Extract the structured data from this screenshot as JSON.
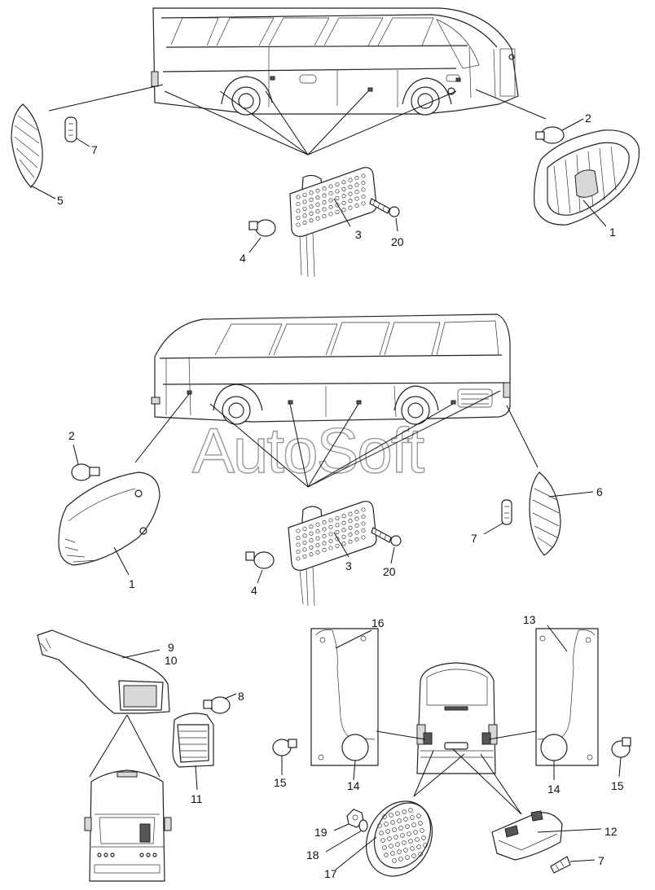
{
  "watermark": "AutoSoft",
  "callouts": {
    "c1_top": "1",
    "c2_top": "2",
    "c3_top": "3",
    "c4_top": "4",
    "c5_top": "5",
    "c7_top": "7",
    "c20_top": "20",
    "c1_mid": "1",
    "c2_mid": "2",
    "c3_mid": "3",
    "c4_mid": "4",
    "c6_mid": "6",
    "c7_mid": "7",
    "c20_mid": "20",
    "c9": "9",
    "c10": "10",
    "c8": "8",
    "c11": "11",
    "c16": "16",
    "c13": "13",
    "c15_left": "15",
    "c15_right": "15",
    "c14_left": "14",
    "c14_right": "14",
    "c12": "12",
    "c7_bottom": "7",
    "c19": "19",
    "c18": "18",
    "c17": "17"
  }
}
